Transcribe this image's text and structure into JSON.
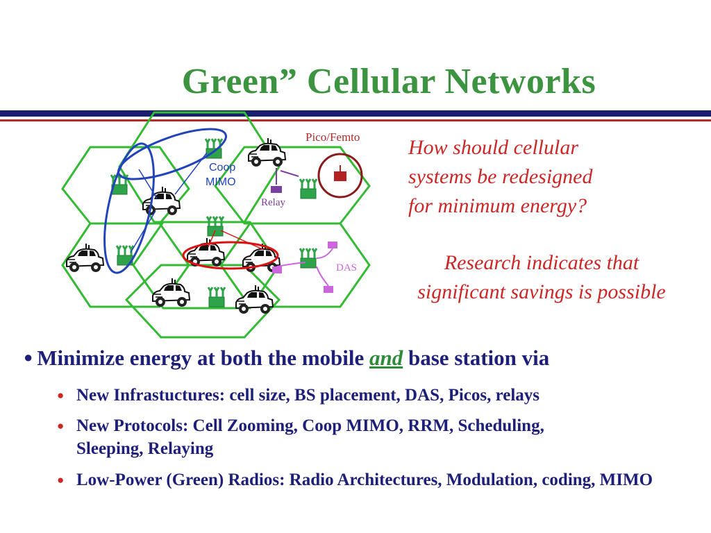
{
  "slide": {
    "title": "Green” Cellular Networks",
    "diagram": {
      "pico_label": "Pico/Femto",
      "coop_label_1": "Coop",
      "coop_label_2": "MIMO",
      "relay_label": "Relay",
      "das_label": "DAS"
    },
    "question_lines": [
      "How should cellular",
      "systems be redesigned",
      "for minimum energy?"
    ],
    "research_lines": [
      "Research indicates that",
      "significant savings is possible"
    ],
    "main_bullet": {
      "before": "Minimize energy at both the mobile ",
      "emphasis": "and",
      "after": " base station via"
    },
    "sub_bullets": [
      "New Infrastuctures: cell size, BS placement, DAS, Picos, relays",
      "New Protocols:  Cell Zooming,  Coop MIMO, RRM, Scheduling, Sleeping,  Relaying",
      "Low-Power (Green) Radios: Radio Architectures, Modulation, coding,  MIMO"
    ],
    "colors": {
      "title_green": "#3d9440",
      "navy": "#1a1f6e",
      "red": "#cc2727",
      "hex_green": "#33bb33",
      "relay_purple": "#7b3fa0",
      "das_purple": "#cc66dd"
    }
  }
}
